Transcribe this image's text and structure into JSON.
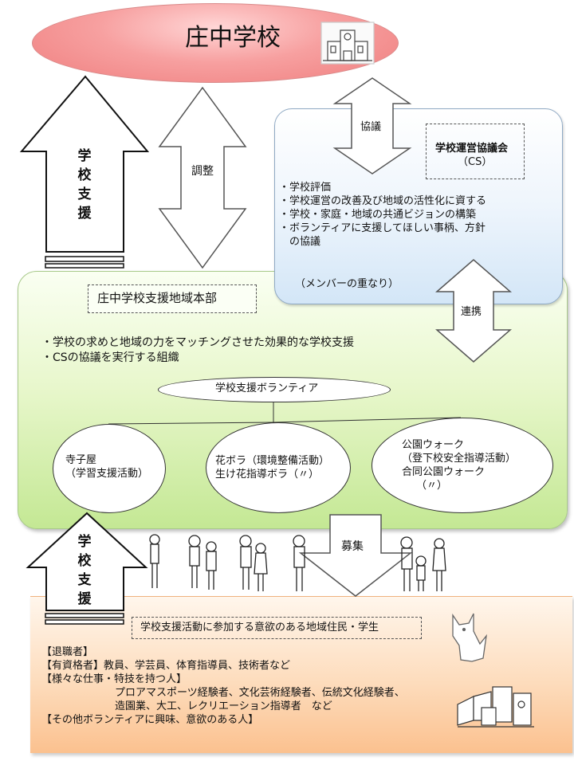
{
  "title": "庄中学校",
  "arrows": {
    "adjust": "調整",
    "consult": "協議",
    "cooperate": "連携",
    "recruit": "募集",
    "support_chars_top": [
      "学",
      "校",
      "支",
      "援"
    ],
    "support_chars_bottom": [
      "学",
      "校",
      "支",
      "援"
    ]
  },
  "cs": {
    "name": "学校運営協議会",
    "abbr": "（CS）",
    "bullets": [
      "・学校評価",
      "・学校運営の改善及び地域の活性化に資する",
      "・学校・家庭・地域の共通ビジョンの構築",
      "・ボランティアに支援してほしい事柄、方針",
      "　の協議"
    ],
    "overlap_note": "（メンバーの重なり）"
  },
  "hq": {
    "name": "庄中学校支援地域本部",
    "bullets": [
      "・学校の求めと地域の力をマッチングさせた効果的な学校支援",
      "・CSの協議を実行する組織"
    ],
    "volunteer_label": "学校支援ボランティア",
    "activities": [
      {
        "lines": [
          "寺子屋",
          "（学習支援活動）"
        ]
      },
      {
        "lines": [
          "花ボラ（環境整備活動）",
          "生け花指導ボラ（〃）"
        ]
      },
      {
        "lines": [
          "公園ウォーク",
          "（登下校安全指導活動）",
          "合同公園ウォーク",
          "（〃）"
        ]
      }
    ]
  },
  "residents": {
    "heading": "学校支援活動に参加する意欲のある地域住民・学生",
    "lines": [
      "【退職者】",
      "【有資格者】教員、学芸員、体育指導員、技術者など",
      "【様々な仕事・特技を持つ人】",
      "プロアマスポーツ経験者、文化芸術経験者、伝統文化経験者、",
      "造園業、大工、レクリエーション指導者　など",
      "【その他ボランティアに興味、意欲のある人】"
    ]
  },
  "colors": {
    "title_fill": "#ef8a8a",
    "hq_fill": "#d8f0b0",
    "cs_fill": "#dcebf8",
    "residents_fill": "#fcc99a"
  },
  "icons": [
    "school-building-icon",
    "people-icon",
    "fox-mascot-icon",
    "town-buildings-icon"
  ]
}
